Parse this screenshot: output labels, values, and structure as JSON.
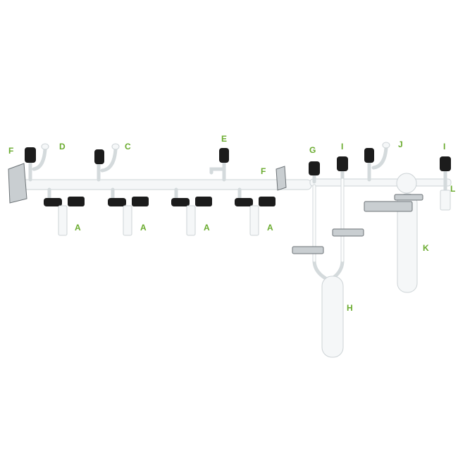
{
  "labels": {
    "f_left": "F",
    "d": "D",
    "c": "C",
    "e": "E",
    "f_right": "F",
    "g": "G",
    "i_left": "I",
    "j": "J",
    "i_right": "I",
    "l": "L",
    "a1": "A",
    "a2": "A",
    "a3": "A",
    "a4": "A",
    "k": "K",
    "h": "H"
  },
  "colors": {
    "label": "#6aab2e",
    "knob": "#1c1c1c",
    "glass": "#f5f7f8"
  }
}
